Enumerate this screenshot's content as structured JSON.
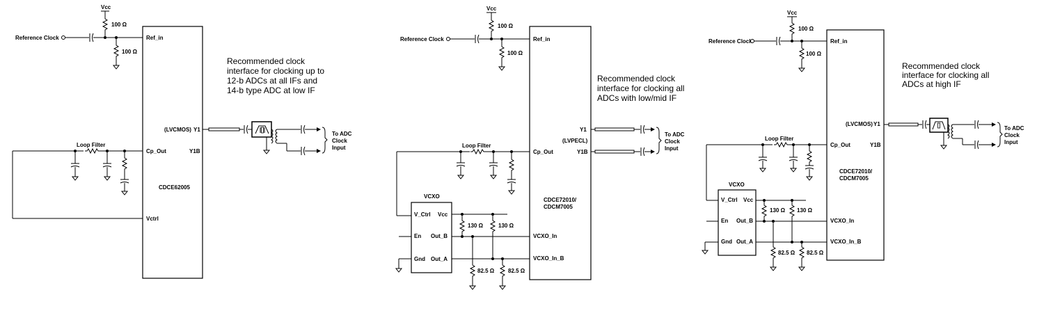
{
  "common": {
    "vcc": "Vcc",
    "ref_clock": "Reference Clock",
    "ref_in": "Ref_in",
    "r100": "100 Ω",
    "loop_filter": "Loop Filter",
    "cp_out": "Cp_Out",
    "y1": "Y1",
    "y1b": "Y1B",
    "lvcmos": "(LVCMOS)",
    "lvpecl": "(LVPECL)",
    "to_adc_1": "To ADC",
    "to_adc_2": "Clock",
    "to_adc_3": "Input",
    "vcxo": "VCXO",
    "v_ctrl": "V_Ctrl",
    "vcc_pin": "Vcc",
    "en": "En",
    "out_b": "Out_B",
    "gnd": "Gnd",
    "out_a": "Out_A",
    "r130": "130 Ω",
    "r825": "82.5 Ω",
    "vcxo_in": "VCXO_In",
    "vcxo_in_b": "VCXO_In_B",
    "vctrl": "Vctrl"
  },
  "diagram1": {
    "chip": "CDCE62005",
    "note": [
      "Recommended clock",
      "interface for clocking up to",
      "12-b ADCs at all IFs and",
      "14-b type ADC at low IF"
    ]
  },
  "diagram2": {
    "chip": [
      "CDCE72010/",
      "CDCM7005"
    ],
    "note": [
      "Recommended clock",
      "interface for clocking all",
      "ADCs with low/mid IF"
    ]
  },
  "diagram3": {
    "chip": [
      "CDCE72010/",
      "CDCM7005"
    ],
    "note": [
      "Recommended clock",
      "interface for clocking all",
      "ADCs at high IF"
    ]
  }
}
